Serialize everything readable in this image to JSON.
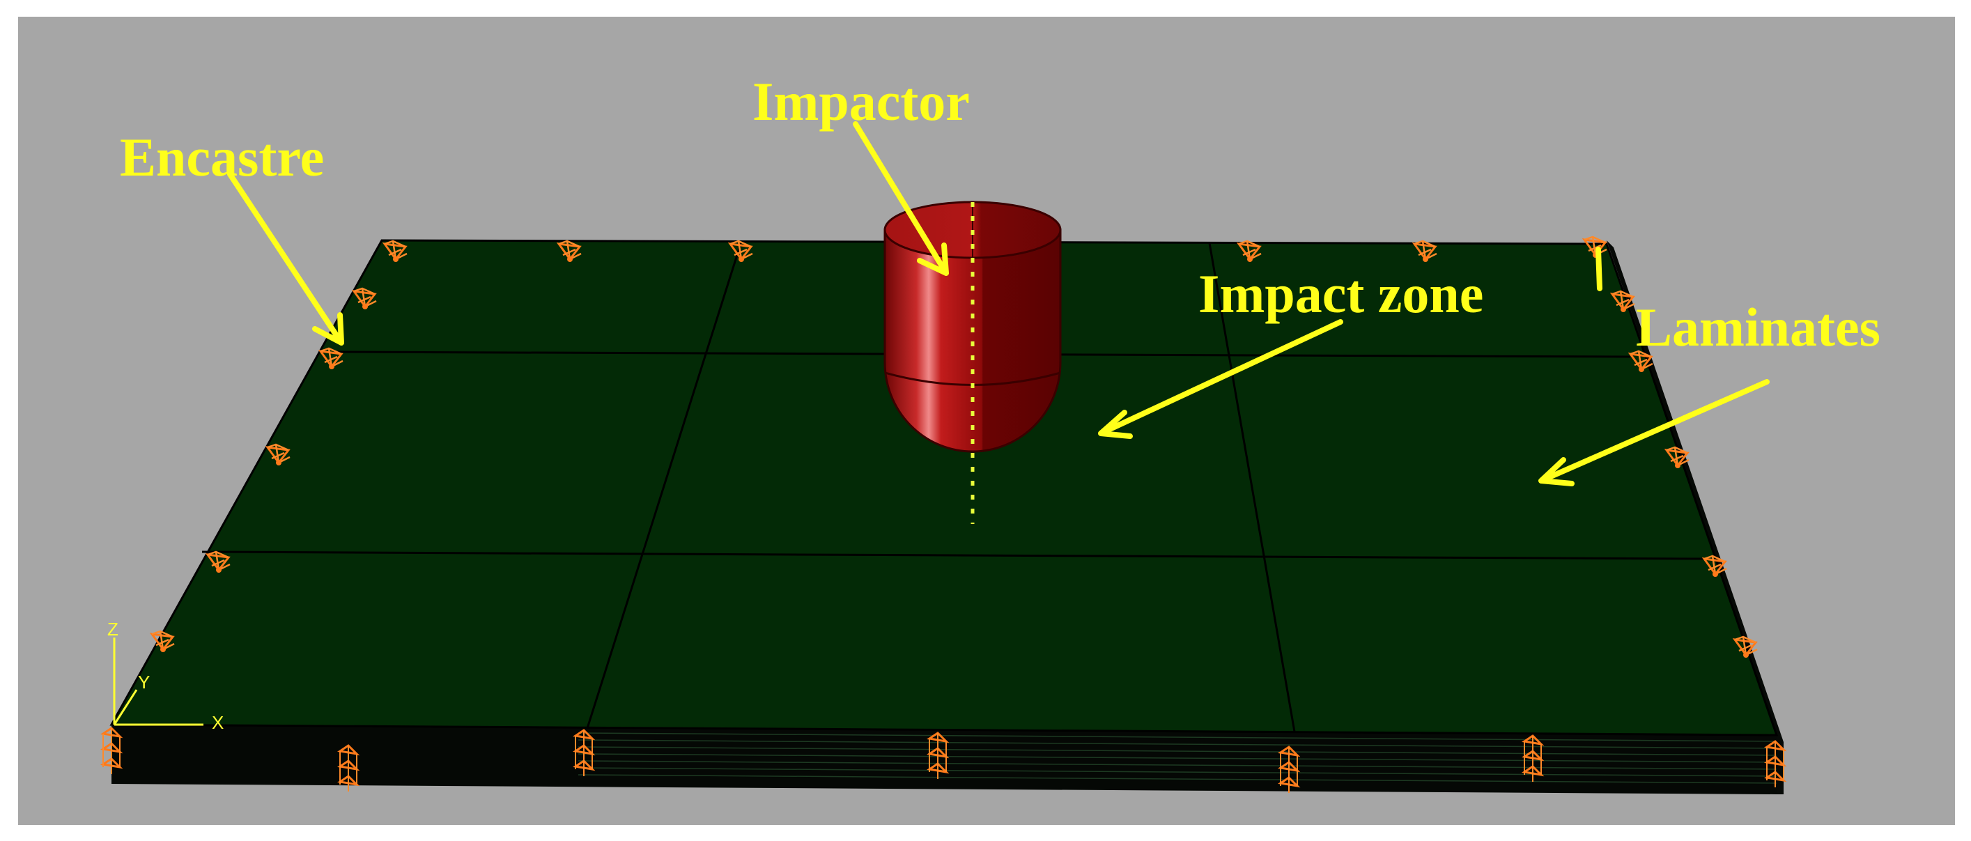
{
  "labels": {
    "impactor": "Impactor",
    "encastre": "Encastre",
    "impact_zone": "Impact zone",
    "laminates": "Laminates"
  },
  "axes": {
    "z": "Z",
    "y": "Y",
    "x": "X"
  },
  "colors": {
    "viewport_background": "#a6a6a6",
    "plate_top": "#032a06",
    "plate_edge": "#050805",
    "impactor_body": "#9c0c0c",
    "annotation": "#ffff1a",
    "boundary_markers": "#ff7a1a"
  },
  "icons": {
    "boundary_condition": "encastre-triangle-marker",
    "triad": "coordinate-triad-icon"
  }
}
